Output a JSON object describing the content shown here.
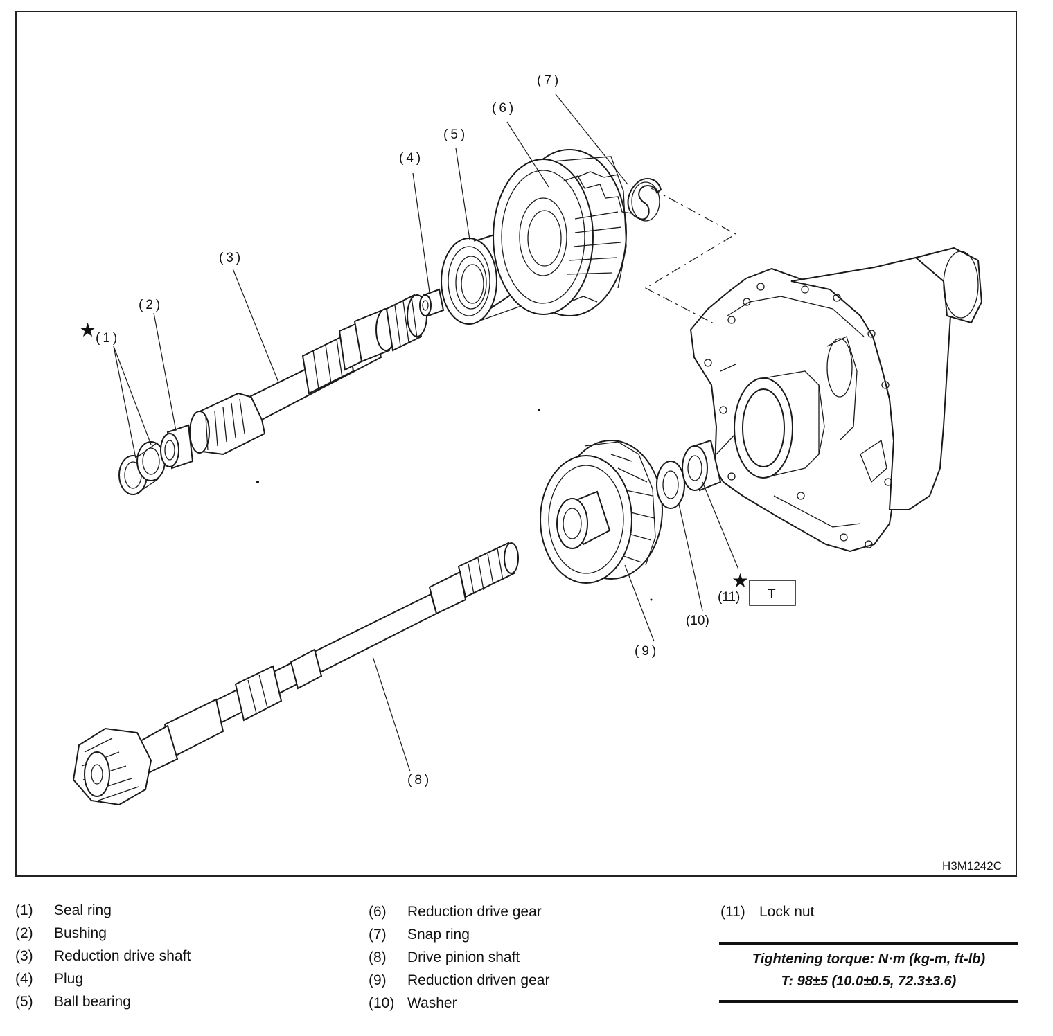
{
  "diagram": {
    "figure_code": "H3M1242C",
    "callouts": {
      "c1": "(1)",
      "c2": "(2)",
      "c3": "(3)",
      "c4": "(4)",
      "c5": "(5)",
      "c6": "(6)",
      "c7": "(7)",
      "c8": "(8)",
      "c9": "(9)",
      "c10": "(10)",
      "c11": "(11)",
      "torque_marker": "T"
    }
  },
  "legend": {
    "col1": [
      {
        "num": "(1)",
        "label": "Seal ring"
      },
      {
        "num": "(2)",
        "label": "Bushing"
      },
      {
        "num": "(3)",
        "label": "Reduction drive shaft"
      },
      {
        "num": "(4)",
        "label": "Plug"
      },
      {
        "num": "(5)",
        "label": "Ball bearing"
      }
    ],
    "col2": [
      {
        "num": "(6)",
        "label": "Reduction drive gear"
      },
      {
        "num": "(7)",
        "label": "Snap ring"
      },
      {
        "num": "(8)",
        "label": "Drive pinion shaft"
      },
      {
        "num": "(9)",
        "label": "Reduction driven gear"
      },
      {
        "num": "(10)",
        "label": "Washer"
      }
    ],
    "col3": [
      {
        "num": "(11)",
        "label": "Lock nut"
      }
    ]
  },
  "torque": {
    "heading": "Tightening torque: N·m (kg-m, ft-lb)",
    "value": "T: 98±5 (10.0±0.5, 72.3±3.6)"
  }
}
